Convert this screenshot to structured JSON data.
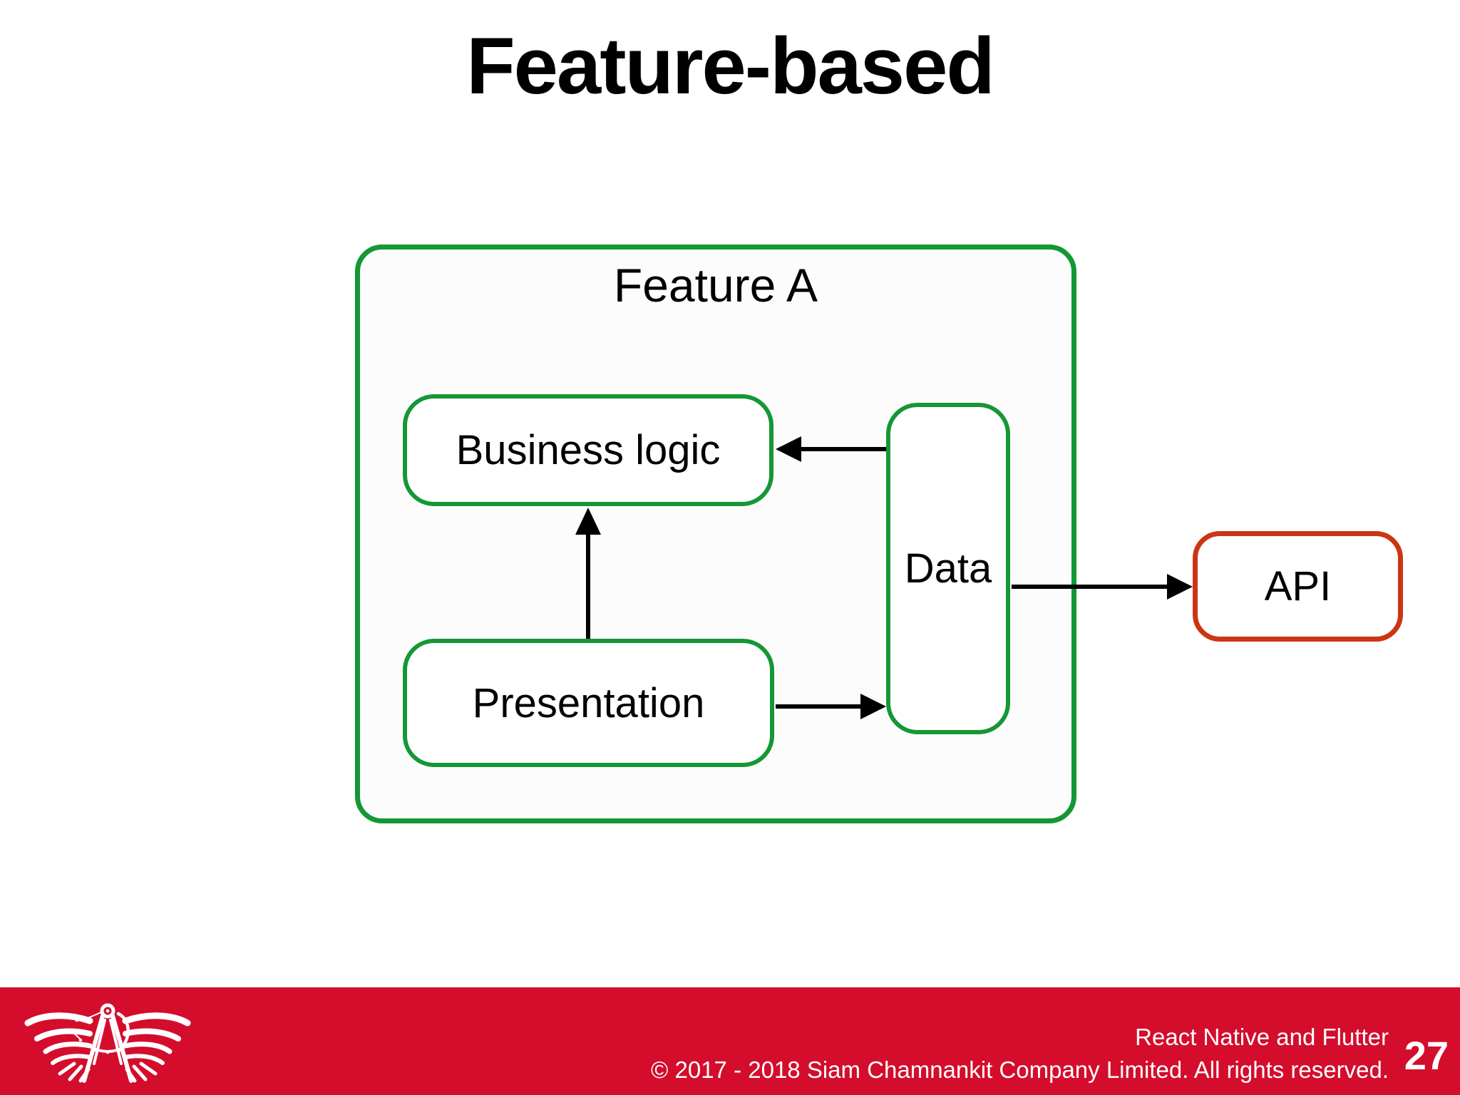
{
  "slide": {
    "title": "Feature-based"
  },
  "diagram": {
    "feature_container_label": "Feature A",
    "nodes": {
      "business_logic": {
        "label": "Business logic"
      },
      "presentation": {
        "label": "Presentation"
      },
      "data": {
        "label": "Data"
      },
      "api": {
        "label": "API"
      }
    },
    "arrows": [
      {
        "from": "data",
        "to": "business_logic",
        "direction": "left"
      },
      {
        "from": "presentation",
        "to": "business_logic",
        "direction": "up"
      },
      {
        "from": "presentation",
        "to": "data",
        "direction": "right"
      },
      {
        "from": "data",
        "to": "api",
        "direction": "right"
      }
    ]
  },
  "footer": {
    "line1": "React Native and Flutter",
    "line2": "© 2017 - 2018 Siam Chamnankit Company Limited. All rights reserved.",
    "page_number": "27",
    "logo": "winged-compass-logo"
  },
  "colors": {
    "container_green": "#149735",
    "api_red": "#cc3512",
    "footer_red": "#d40d2c",
    "arrow_black": "#000000"
  }
}
